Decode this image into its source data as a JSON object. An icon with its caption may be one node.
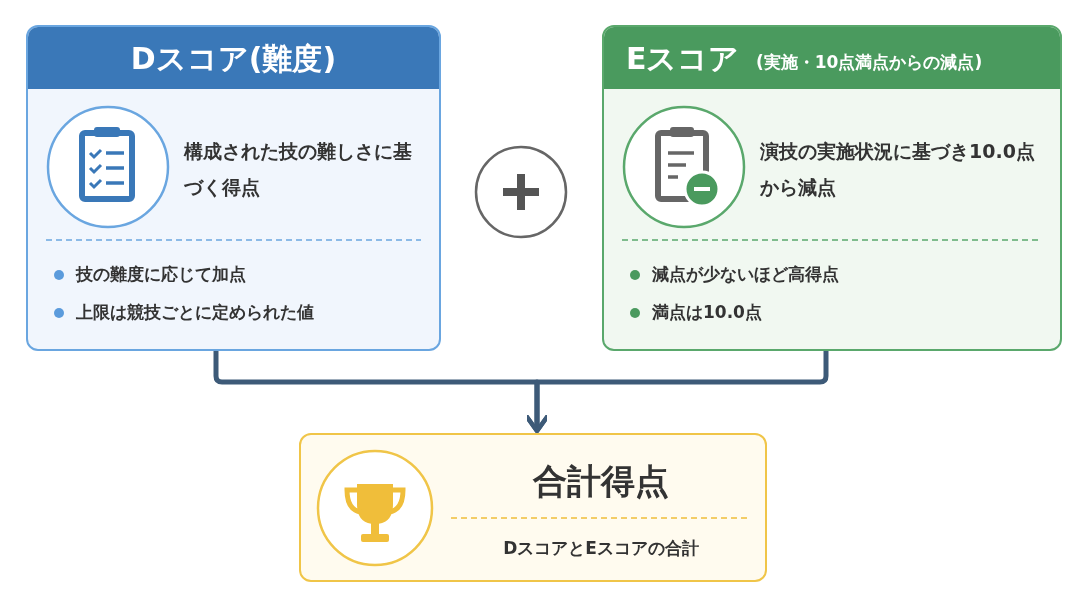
{
  "diagram": {
    "nodes": [
      {
        "text": [
          "Dスコア(難度)",
          "構成された技の難しさに基づく得点",
          "技の難度に応じて加点",
          "上限は競技ごとに定められた値"
        ]
      },
      {
        "text": [
          "Eスコア",
          "(実施・10点満点からの減点)",
          "演技の実施状況に基づき10.0点から減点",
          "減点が少ないほど高得点",
          "満点は10.0点"
        ]
      },
      {
        "text": [
          "合計得点",
          "DスコアとEスコアの合計"
        ]
      }
    ],
    "edges": [
      {
        "from": 0,
        "to": 2,
        "arrow": "to"
      },
      {
        "from": 1,
        "to": 2,
        "arrow": "to"
      }
    ]
  }
}
